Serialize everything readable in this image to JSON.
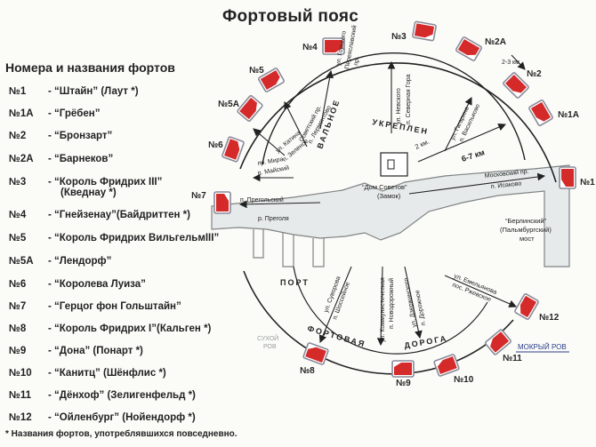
{
  "title": "Фортовый пояс",
  "legend_heading": "Номера и названия фортов",
  "legend": [
    {
      "num": "№1",
      "name": "- “Штайн” (Лаут *)",
      "sub": ""
    },
    {
      "num": "№1А",
      "name": "- “Грёбен”",
      "sub": ""
    },
    {
      "num": "№2",
      "name": "- “Бронзарт”",
      "sub": ""
    },
    {
      "num": "№2А",
      "name": "- “Барнеков”",
      "sub": ""
    },
    {
      "num": "№3",
      "name": "- “Король Фридрих III”",
      "sub": "(Кведнау *)"
    },
    {
      "num": "№4",
      "name": "- “Гнейзенау”(Байдриттен *)",
      "sub": ""
    },
    {
      "num": "№5",
      "name": "- “Король Фридрих ВильгельмIII”",
      "sub": ""
    },
    {
      "num": "№5А",
      "name": "- “Лендорф”",
      "sub": ""
    },
    {
      "num": "№6",
      "name": "- “Королева Луиза”",
      "sub": ""
    },
    {
      "num": "№7",
      "name": "- “Герцог фон Гольштайн”",
      "sub": ""
    },
    {
      "num": "№8",
      "name": "- “Король Фридрих I”(Кальген *)",
      "sub": ""
    },
    {
      "num": "№9",
      "name": "- “Дона” (Понарт *)",
      "sub": ""
    },
    {
      "num": "№10",
      "name": "- “Канитц” (Шёнфлис *)",
      "sub": ""
    },
    {
      "num": "№11",
      "name": "- “Дёнхоф” (Зелигенфельд *)",
      "sub": ""
    },
    {
      "num": "№12",
      "name": "- “Ойленбург” (Нойендорф *)",
      "sub": ""
    }
  ],
  "footnote": "* Названия фортов, употреблявшихся повседневно.",
  "map": {
    "forts": [
      "№1",
      "№1А",
      "№2",
      "№2А",
      "№3",
      "№4",
      "№5",
      "№5А",
      "№6",
      "№7",
      "№8",
      "№9",
      "№10",
      "№11",
      "№12"
    ],
    "streets": [
      "ул. Горького",
      "Переяславский",
      "пр.",
      "ул. Невского",
      "п. Северная Гора",
      "ул. Гагарина",
      "п. Васильково",
      "Советский пр.",
      "п. Лермонтово",
      "ул. Катина",
      "п. Зеленое",
      "пр. Мира",
      "п. Майский",
      "п. Прегольский",
      "р. Преголя",
      "Московский пр.",
      "п. Исаково",
      "ул. Суворова",
      "п. Шоссейное",
      "ул. Коммунистическая",
      "п. Новодорожный",
      "ул. Дзержинского",
      "п. Дорожное",
      "ул. Емельянова",
      "пос. Ржевское"
    ],
    "labels": {
      "inner_top": "ВАЛЬНОЕ",
      "inner_top2": "УКРЕПЛЕН",
      "house": "“Дом Советов”",
      "house_sub": "(Замок)",
      "bridge": "“Берлинский”",
      "bridge2": "(Пальмбургский)",
      "bridge3": "мост",
      "port": "ПОРТ",
      "road1": "ФОРТОВАЯ",
      "road2": "ДОРОГА",
      "dist1": "2-3 км",
      "dist2": "2 км.",
      "dist3": "6-7 км",
      "dry_moat": "СУХОЙ",
      "dry_moat2": "РОВ",
      "wet_moat": "МОКРЫЙ РОВ"
    },
    "colors": {
      "fort_red": "#d52a2a",
      "water": "#e6eaea",
      "moat_blue": "#2b3c8a"
    }
  }
}
